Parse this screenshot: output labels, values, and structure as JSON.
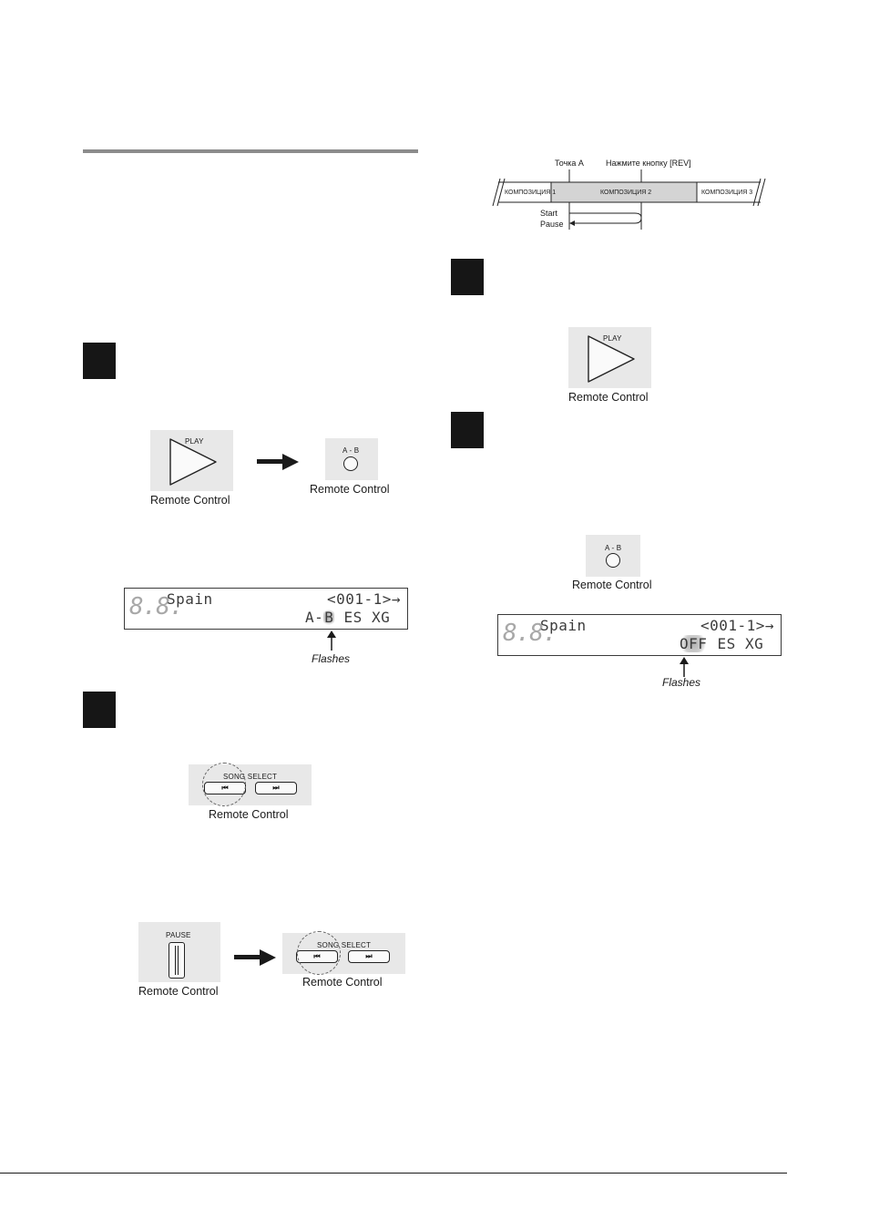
{
  "timeline": {
    "point_a": "Точка А",
    "press_rev": "Нажмите кнопку [REV]",
    "track1": "КОМПОЗИЦИЯ 1",
    "track2": "КОМПОЗИЦИЯ 2",
    "track3": "КОМПОЗИЦИЯ 3",
    "start": "Start",
    "pause": "Pause"
  },
  "buttons": {
    "play": "PLAY",
    "ab": "A - B",
    "pause": "PAUSE",
    "song_select": "SONG SELECT",
    "prev_glyph": "⏮",
    "next_glyph": "⏭"
  },
  "captions": {
    "remote_control": "Remote Control"
  },
  "display1": {
    "seg": "8.8.",
    "title": "Spain",
    "counter": "<001-1>→",
    "status_a": "A-",
    "status_b": "B",
    "status_rest": " ES XG",
    "flashes": "Flashes"
  },
  "display2": {
    "seg": "8.8.",
    "title": "Spain",
    "counter": "<001-1>→",
    "status_off": "OFF",
    "status_rest": " ES XG",
    "flashes": "Flashes"
  }
}
